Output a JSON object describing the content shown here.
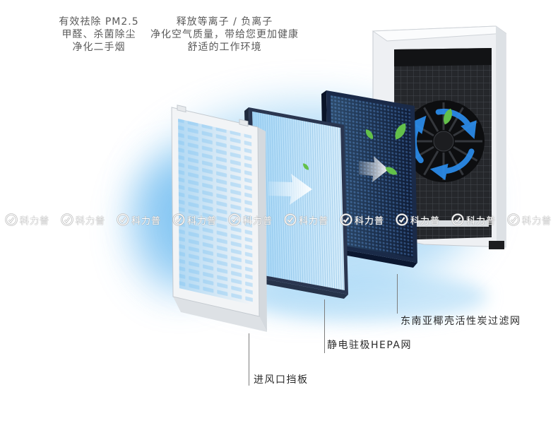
{
  "features": {
    "left": [
      "有效祛除 PM2.5",
      "甲醛、杀菌除尘",
      "净化二手烟"
    ],
    "center": [
      "释放等离子 / 负离子",
      "净化空气质量，带给您更加健康",
      "舒适的工作环境"
    ]
  },
  "callouts": {
    "carbon": "东南亚椰壳活性炭过滤网",
    "hepa": "静电驻极HEPA网",
    "grille": "进风口挡板"
  },
  "watermark": {
    "text": "科力普"
  },
  "colors": {
    "accent_blue": "#2b8ff0",
    "glow_blue": "#8ccaf3",
    "leaf_green": "#63c04a",
    "carbon_navy": "#0f1d38",
    "housing_white": "#eef0f3"
  },
  "icons": {
    "fan": "fan-icon",
    "airflow_arrow": "arrow-right-icon",
    "leaf": "leaf-icon",
    "watermark_logo": "check-circle-icon"
  }
}
